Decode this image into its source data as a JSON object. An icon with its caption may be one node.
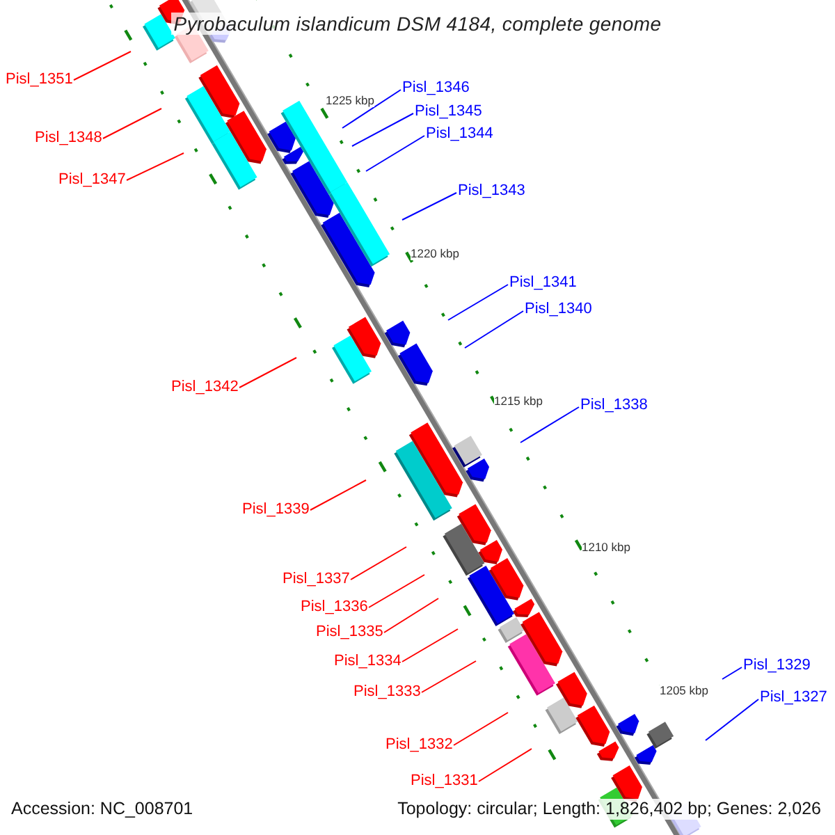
{
  "diagram": {
    "title": "Pyrobaculum islandicum DSM 4184, complete genome",
    "nodes": [
      {
        "text": [
          "Pisl_1351"
        ]
      },
      {
        "text": [
          "Pisl_1348"
        ]
      },
      {
        "text": [
          "Pisl_1347"
        ]
      },
      {
        "text": [
          "Pisl_1346"
        ]
      },
      {
        "text": [
          "Pisl_1345"
        ]
      },
      {
        "text": [
          "Pisl_1344"
        ]
      },
      {
        "text": [
          "Pisl_1343"
        ]
      },
      {
        "text": [
          "Pisl_1341"
        ]
      },
      {
        "text": [
          "Pisl_1340"
        ]
      },
      {
        "text": [
          "Pisl_1342"
        ]
      },
      {
        "text": [
          "Pisl_1338"
        ]
      },
      {
        "text": [
          "Pisl_1339"
        ]
      },
      {
        "text": [
          "Pisl_1337"
        ]
      },
      {
        "text": [
          "Pisl_1336"
        ]
      },
      {
        "text": [
          "Pisl_1335"
        ]
      },
      {
        "text": [
          "Pisl_1334"
        ]
      },
      {
        "text": [
          "Pisl_1333"
        ]
      },
      {
        "text": [
          "Pisl_1332"
        ]
      },
      {
        "text": [
          "Pisl_1331"
        ]
      },
      {
        "text": [
          "Pisl_1329"
        ]
      },
      {
        "text": [
          "Pisl_1327"
        ]
      }
    ],
    "edges": [
      {
        "from": 0,
        "to": null,
        "arrow": "none"
      },
      {
        "from": 1,
        "to": null,
        "arrow": "none"
      },
      {
        "from": 2,
        "to": null,
        "arrow": "none"
      },
      {
        "from": 3,
        "to": null,
        "arrow": "none",
        "color": "#0000ff"
      },
      {
        "from": 4,
        "to": null,
        "arrow": "none",
        "color": "#0000ff"
      },
      {
        "from": 5,
        "to": null,
        "arrow": "none",
        "color": "#0000ff"
      },
      {
        "from": 6,
        "to": null,
        "arrow": "none",
        "color": "#0000ff"
      },
      {
        "from": 7,
        "to": null,
        "arrow": "none",
        "color": "#0000ff"
      },
      {
        "from": 8,
        "to": null,
        "arrow": "none",
        "color": "#0000ff"
      },
      {
        "from": 9,
        "to": null,
        "arrow": "none"
      },
      {
        "from": 10,
        "to": null,
        "arrow": "none",
        "color": "#0000ff"
      },
      {
        "from": 11,
        "to": null,
        "arrow": "none"
      },
      {
        "from": 12,
        "to": null,
        "arrow": "none"
      },
      {
        "from": 13,
        "to": null,
        "arrow": "none"
      },
      {
        "from": 14,
        "to": null,
        "arrow": "none"
      },
      {
        "from": 15,
        "to": null,
        "arrow": "none"
      },
      {
        "from": 16,
        "to": null,
        "arrow": "none"
      },
      {
        "from": 17,
        "to": null,
        "arrow": "none"
      },
      {
        "from": 18,
        "to": null,
        "arrow": "none"
      },
      {
        "from": 19,
        "to": null,
        "arrow": "none",
        "color": "#0000ff"
      },
      {
        "from": 20,
        "to": null,
        "arrow": "none",
        "color": "#0000ff"
      }
    ],
    "labels": [
      "1225 kbp",
      "1220 kbp",
      "1215 kbp",
      "1210 kbp",
      "1205 kbp",
      "Accession: NC_008701",
      "Topology: circular; Length: 1,826,402 bp; Genes: 2,026"
    ]
  }
}
